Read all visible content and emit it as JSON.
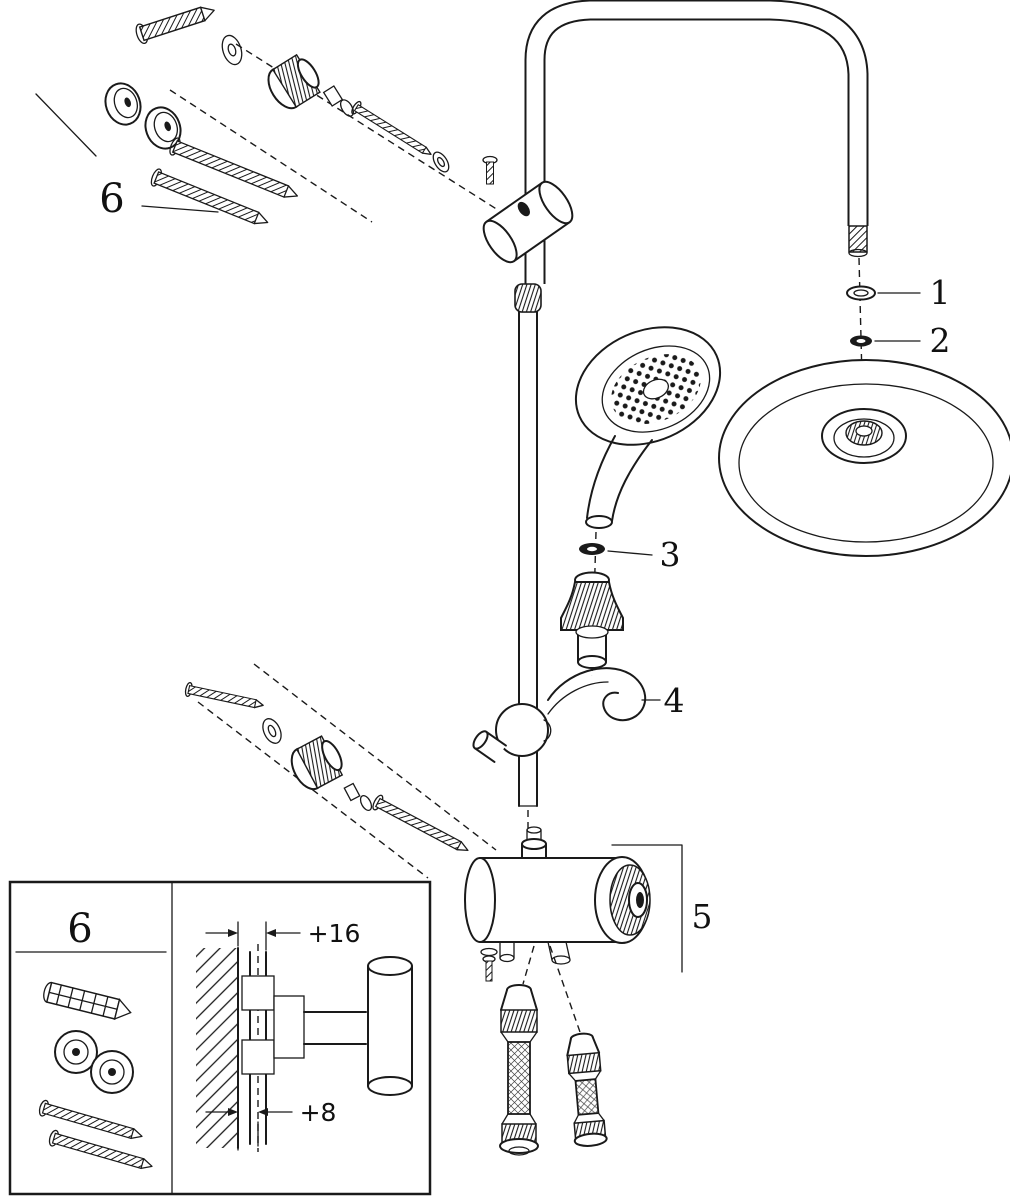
{
  "diagram": {
    "type": "exploded-assembly-technical-drawing",
    "subject": "shower-system-with-rain-head-hand-shower-rail-and-diverter",
    "background": "#ffffff",
    "line_color": "#1a1a1a",
    "part_labels": {
      "part1": "1",
      "part2": "2",
      "part3": "3",
      "part4": "4",
      "part5": "5",
      "part6": "6"
    },
    "inset": {
      "label": "6",
      "dimension_top": "+16",
      "dimension_bottom": "+8"
    }
  }
}
